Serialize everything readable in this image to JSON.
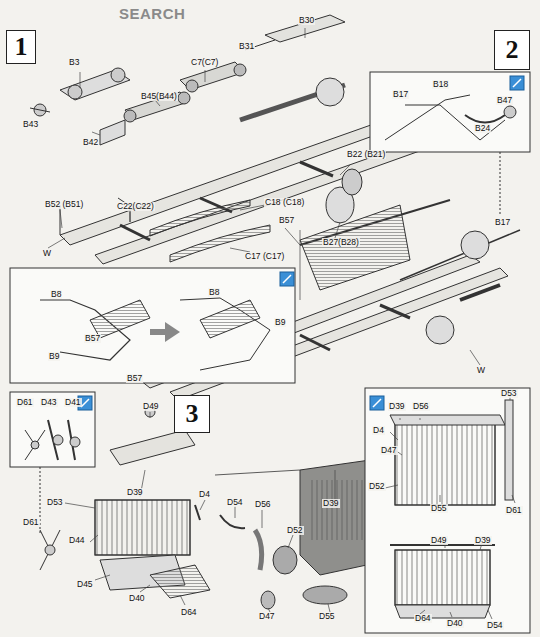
{
  "diagram": {
    "nodes": [
      {
        "text": [
          "1"
        ]
      },
      {
        "text": [
          "2"
        ]
      },
      {
        "text": [
          "3"
        ]
      }
    ],
    "labels": [
      "SEARCH",
      "B3",
      "C7(C7)",
      "B30",
      "B31",
      "B43",
      "B42",
      "B45(B44)",
      "B52 (B51)",
      "W",
      "B22 (B21)",
      "C18 (C18)",
      "C22(C22)",
      "C17 (C17)",
      "B27(B28)",
      "B17",
      "B18",
      "B24",
      "B47",
      "B57",
      "B17",
      "W",
      "B8",
      "B8",
      "B57",
      "B9",
      "B57",
      "B9",
      "D61",
      "D43",
      "D41",
      "D49",
      "D39",
      "D53",
      "D44",
      "D45",
      "D40",
      "D61",
      "D64",
      "D4",
      "D54",
      "D56",
      "D52",
      "D39",
      "D47",
      "D55",
      "D53",
      "D39",
      "D56",
      "D4",
      "D47",
      "D52",
      "D55",
      "D61",
      "D49",
      "D39",
      "D64",
      "D40",
      "D54"
    ]
  }
}
